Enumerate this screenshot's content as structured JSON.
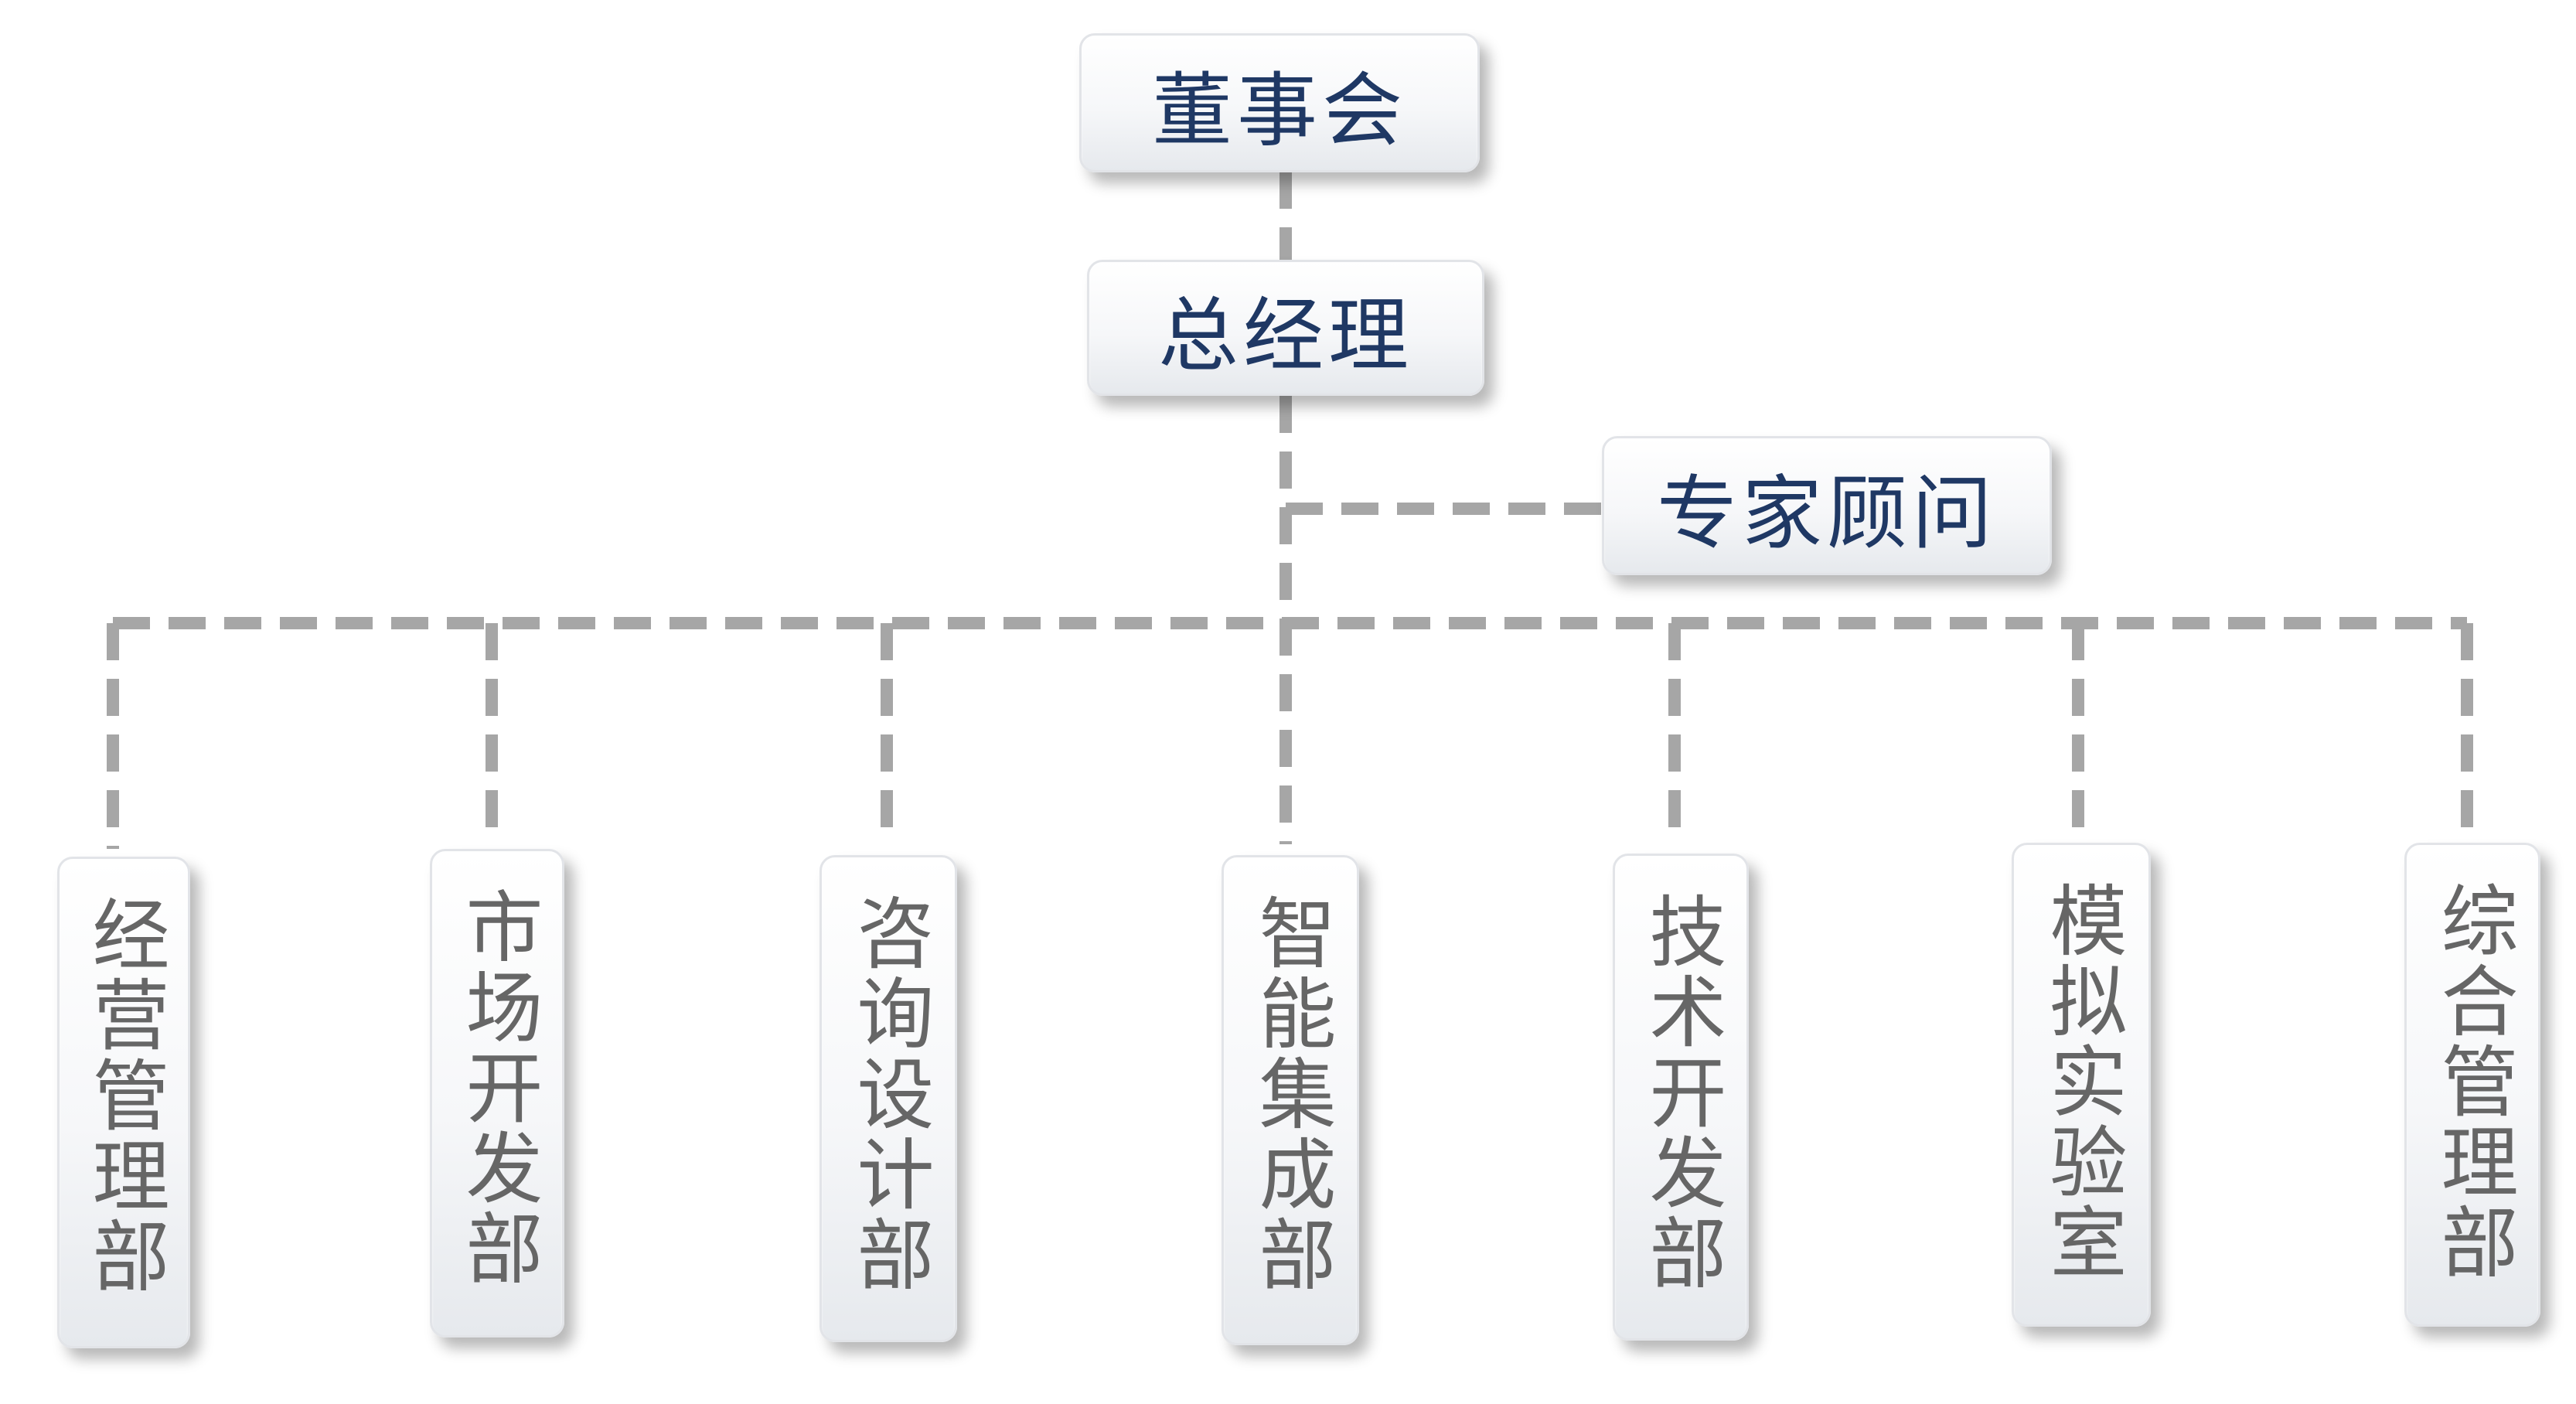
{
  "nodes": {
    "board": "董事会",
    "general_manager": "总经理",
    "expert_advisor": "专家顾问"
  },
  "departments": [
    "经营管理部",
    "市场开发部",
    "咨询设计部",
    "智能集成部",
    "技术开发部",
    "模拟实验室",
    "综合管理部"
  ],
  "colors": {
    "connector": "#a6a6a6",
    "top_text": "#1f3864",
    "dept_text": "#666666"
  }
}
